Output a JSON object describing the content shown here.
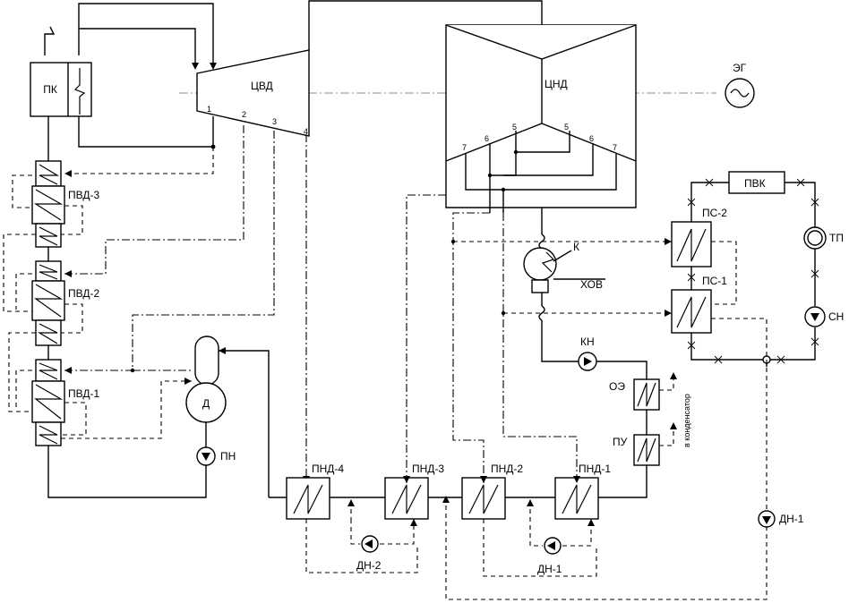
{
  "labels": {
    "pk": "ПК",
    "cvd": "ЦВД",
    "cnd": "ЦНД",
    "eg": "ЭГ",
    "pvd3": "ПВД-3",
    "pvd2": "ПВД-2",
    "pvd1": "ПВД-1",
    "d": "Д",
    "pn": "ПН",
    "pnd4": "ПНД-4",
    "pnd3": "ПНД-3",
    "pnd2": "ПНД-2",
    "pnd1": "ПНД-1",
    "dn2": "ДН-2",
    "dn1_bottom": "ДН-1",
    "dn1_right": "ДН-1",
    "k": "К",
    "hov": "ХОВ",
    "kn": "КН",
    "oe": "ОЭ",
    "pu": "ПУ",
    "v_kondensator": "в конденсатор",
    "pvk": "ПВК",
    "ps2": "ПС-2",
    "ps1": "ПС-1",
    "tp": "ТП",
    "sn": "СН"
  },
  "extraction_numbers": {
    "hp": [
      "1",
      "2",
      "3",
      "4"
    ],
    "lp_left": [
      "7",
      "6",
      "5"
    ],
    "lp_right": [
      "5",
      "6",
      "7"
    ]
  }
}
